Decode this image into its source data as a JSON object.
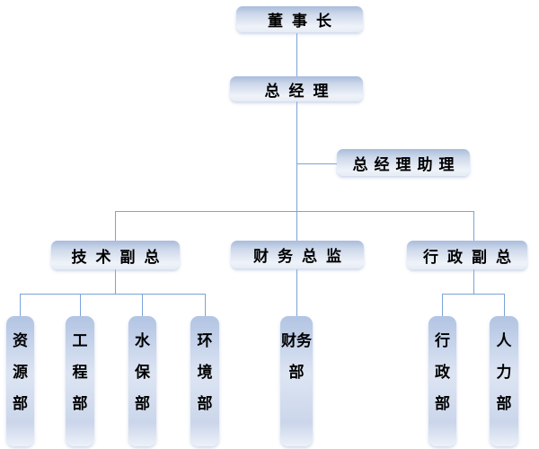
{
  "diagram": {
    "type": "org-chart",
    "language": "zh-CN",
    "colors": {
      "background": "#ffffff",
      "line": "#7aa3d9",
      "box_gradient_top": "#a9bcdb",
      "box_gradient_bottom": "#edf1f8",
      "text": "#000000"
    },
    "nodes": {
      "chairman": "董事长",
      "general_manager": "总经理",
      "gm_assistant": "总经理助理",
      "tech_vp": "技术副总",
      "finance_director": "财务总监",
      "admin_vp": "行政副总",
      "resources_dept": "资源部",
      "engineering_dept": "工程部",
      "water_conservation_dept": "水保部",
      "environment_dept": "环境部",
      "finance_dept": "财务部",
      "admin_dept": "行政部",
      "hr_dept": "人力部"
    },
    "hierarchy": [
      {
        "parent": "chairman",
        "children": [
          "general_manager"
        ]
      },
      {
        "parent": "general_manager",
        "children": [
          "gm_assistant",
          "tech_vp",
          "finance_director",
          "admin_vp"
        ]
      },
      {
        "parent": "tech_vp",
        "children": [
          "resources_dept",
          "engineering_dept",
          "water_conservation_dept",
          "environment_dept"
        ]
      },
      {
        "parent": "finance_director",
        "children": [
          "finance_dept"
        ]
      },
      {
        "parent": "admin_vp",
        "children": [
          "admin_dept",
          "hr_dept"
        ]
      }
    ]
  }
}
